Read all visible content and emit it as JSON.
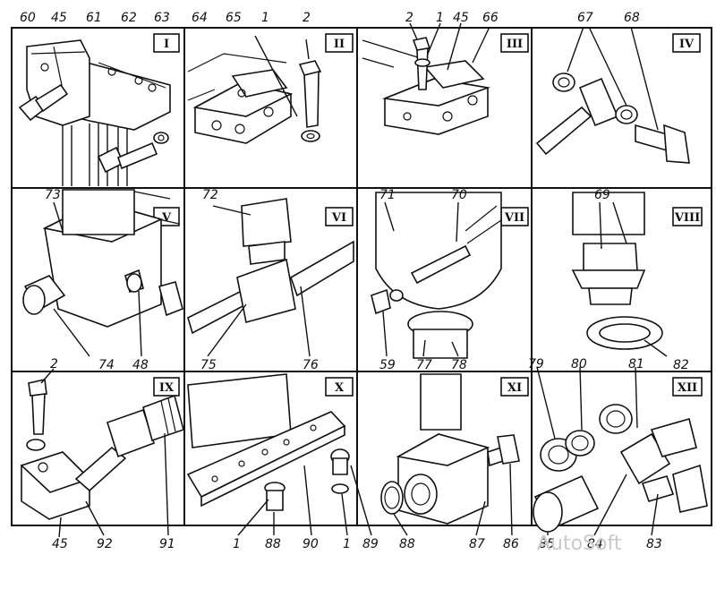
{
  "panels": [
    {
      "numeral": "I",
      "callouts": [
        "60",
        "45",
        "61",
        "62",
        "63"
      ]
    },
    {
      "numeral": "II",
      "callouts": [
        "64",
        "65",
        "1",
        "2"
      ]
    },
    {
      "numeral": "III",
      "callouts": [
        "2",
        "1",
        "45",
        "66"
      ]
    },
    {
      "numeral": "IV",
      "callouts": [
        "67",
        "68"
      ]
    },
    {
      "numeral": "V",
      "callouts": [
        "73",
        "74",
        "48"
      ]
    },
    {
      "numeral": "VI",
      "callouts": [
        "72",
        "75",
        "76"
      ]
    },
    {
      "numeral": "VII",
      "callouts": [
        "71",
        "70",
        "59",
        "77",
        "78"
      ]
    },
    {
      "numeral": "VIII",
      "callouts": [
        "69",
        "82"
      ]
    },
    {
      "numeral": "IX",
      "callouts": [
        "2",
        "45",
        "92",
        "91"
      ]
    },
    {
      "numeral": "X",
      "callouts": [
        "1",
        "88",
        "90",
        "89",
        "1"
      ]
    },
    {
      "numeral": "XI",
      "callouts": [
        "88",
        "87",
        "86"
      ]
    },
    {
      "numeral": "XII",
      "callouts": [
        "79",
        "80",
        "81",
        "85",
        "84",
        "83"
      ]
    }
  ],
  "watermark": "AutoSoft"
}
